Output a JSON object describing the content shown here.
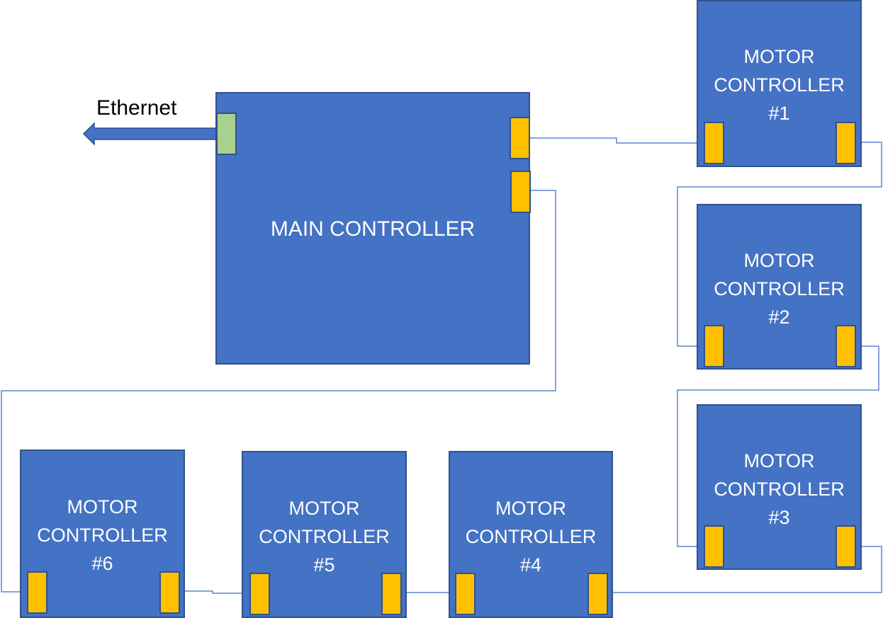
{
  "main_controller": {
    "label": "MAIN CONTROLLER"
  },
  "ethernet": {
    "label": "Ethernet"
  },
  "motor_controllers": [
    {
      "line1": "MOTOR",
      "line2": "CONTROLLER",
      "id": "#1"
    },
    {
      "line1": "MOTOR",
      "line2": "CONTROLLER",
      "id": "#2"
    },
    {
      "line1": "MOTOR",
      "line2": "CONTROLLER",
      "id": "#3"
    },
    {
      "line1": "MOTOR",
      "line2": "CONTROLLER",
      "id": "#4"
    },
    {
      "line1": "MOTOR",
      "line2": "CONTROLLER",
      "id": "#5"
    },
    {
      "line1": "MOTOR",
      "line2": "CONTROLLER",
      "id": "#6"
    }
  ],
  "colors": {
    "box_fill": "#4472c4",
    "box_border": "#2f528f",
    "port": "#ffc000",
    "ethernet_port": "#a9d18e",
    "wire": "#5b86d1",
    "arrow": "#4472c4"
  }
}
